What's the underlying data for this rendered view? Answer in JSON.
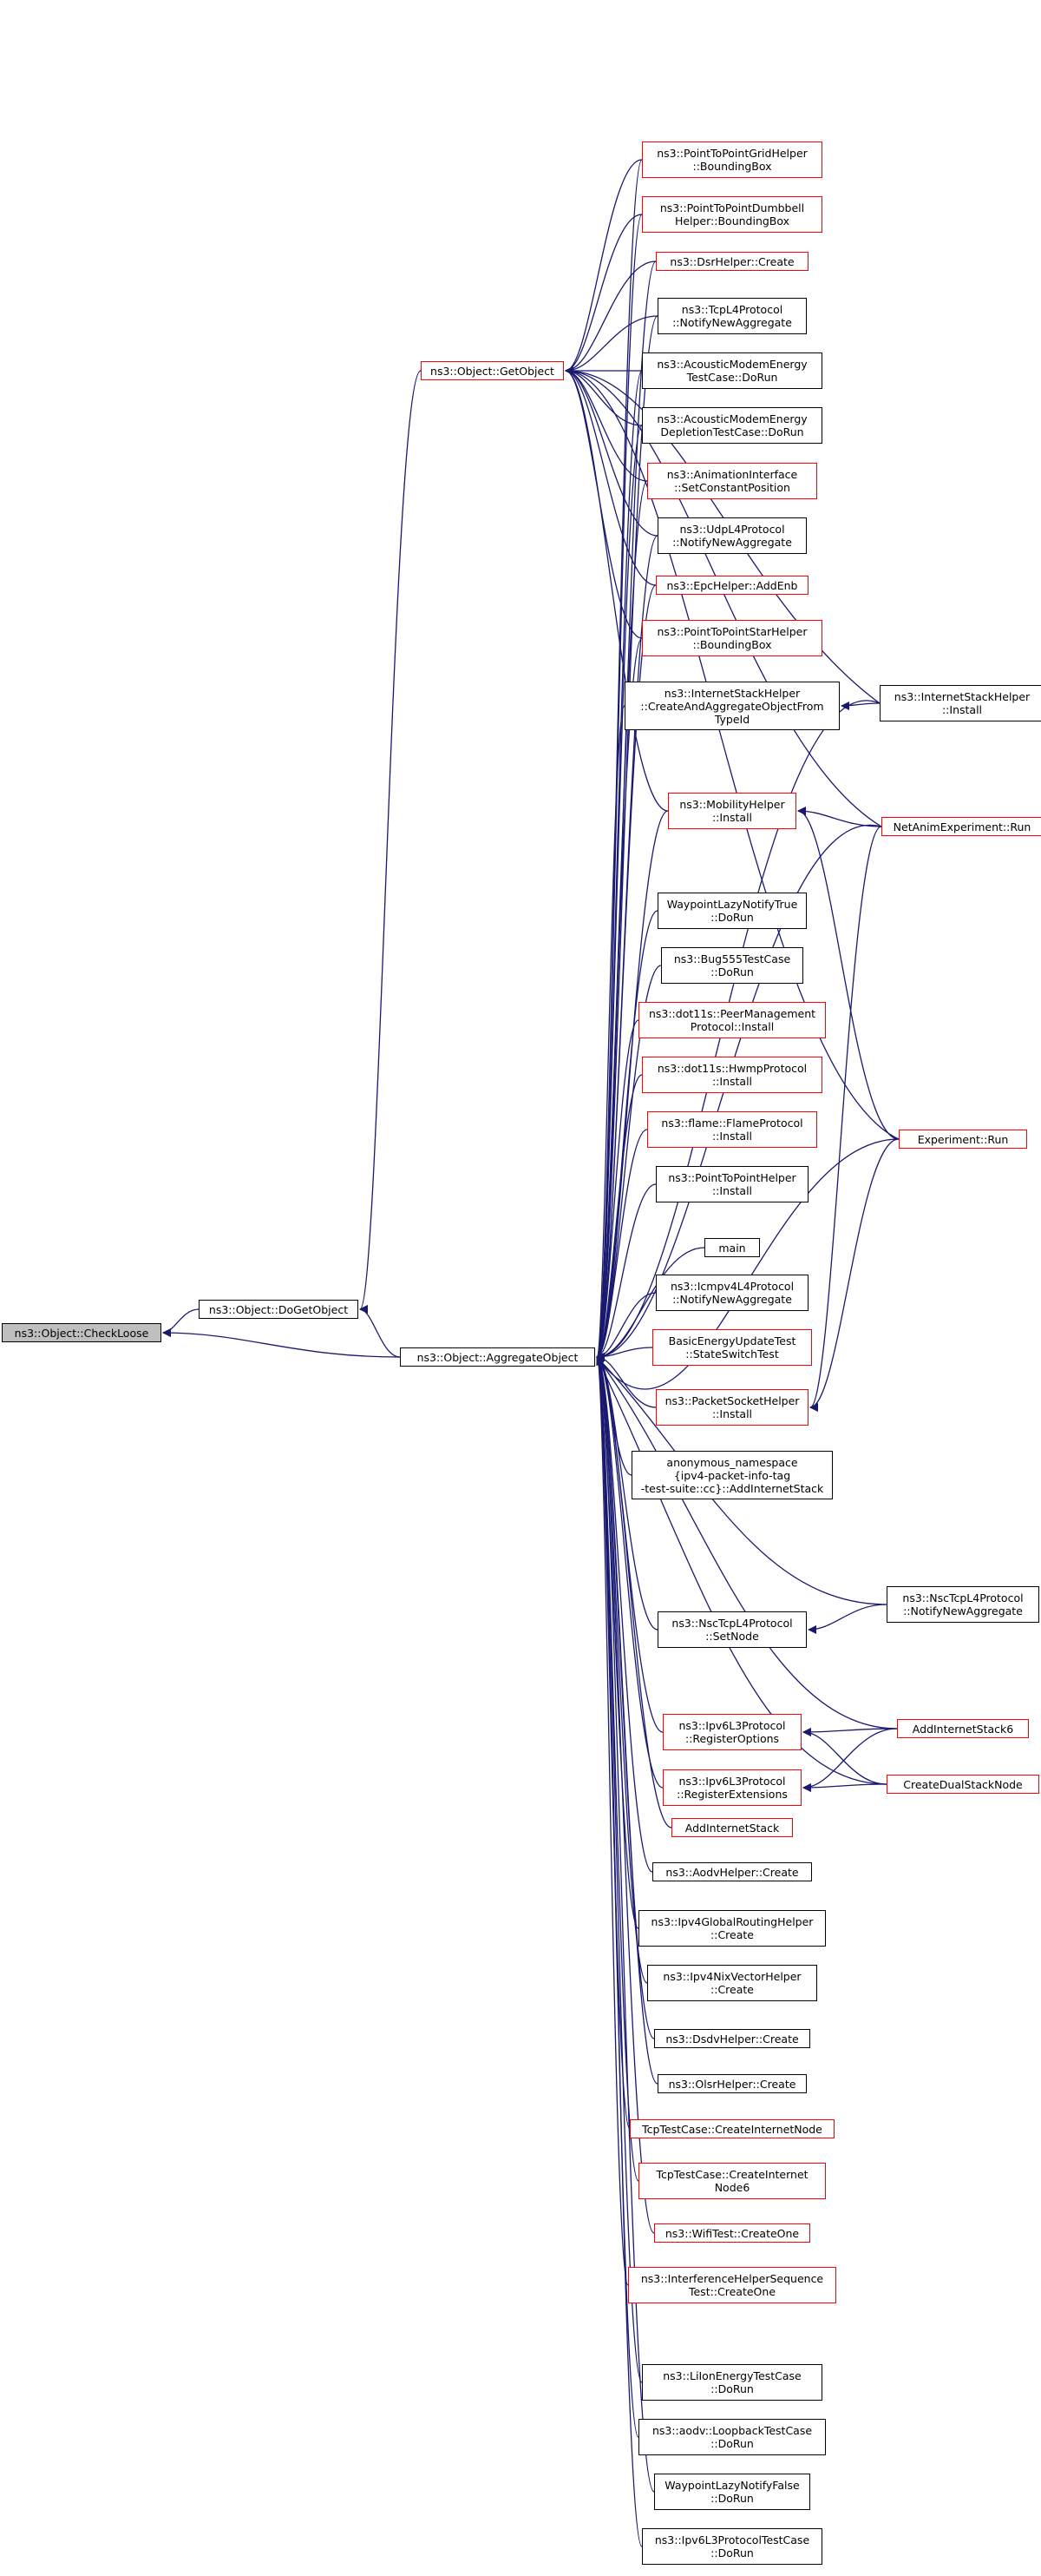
{
  "colors": {
    "edge": "#191970",
    "normal_border": "#000000",
    "undocumented_border": "#ff0000",
    "current_fill": "#bfbfbf"
  },
  "nodes": [
    {
      "id": "checkloose",
      "lines": [
        "ns3::Object::CheckLoose"
      ],
      "style": "root"
    },
    {
      "id": "dogetobject",
      "lines": [
        "ns3::Object::DoGetObject"
      ],
      "style": "black"
    },
    {
      "id": "getobject",
      "lines": [
        "ns3::Object::GetObject"
      ],
      "style": "red"
    },
    {
      "id": "aggregateobject",
      "lines": [
        "ns3::Object::AggregateObject"
      ],
      "style": "black"
    },
    {
      "id": "p2pgrid",
      "lines": [
        "ns3::PointToPointGridHelper",
        "::BoundingBox"
      ],
      "style": "red"
    },
    {
      "id": "p2pdumbbell",
      "lines": [
        "ns3::PointToPointDumbbell",
        "Helper::BoundingBox"
      ],
      "style": "red"
    },
    {
      "id": "dsrhelper",
      "lines": [
        "ns3::DsrHelper::Create"
      ],
      "style": "red"
    },
    {
      "id": "tcpl4",
      "lines": [
        "ns3::TcpL4Protocol",
        "::NotifyNewAggregate"
      ],
      "style": "black"
    },
    {
      "id": "acousticenergy",
      "lines": [
        "ns3::AcousticModemEnergy",
        "TestCase::DoRun"
      ],
      "style": "black"
    },
    {
      "id": "acousticdepletion",
      "lines": [
        "ns3::AcousticModemEnergy",
        "DepletionTestCase::DoRun"
      ],
      "style": "black"
    },
    {
      "id": "animiface",
      "lines": [
        "ns3::AnimationInterface",
        "::SetConstantPosition"
      ],
      "style": "red"
    },
    {
      "id": "udpl4",
      "lines": [
        "ns3::UdpL4Protocol",
        "::NotifyNewAggregate"
      ],
      "style": "black"
    },
    {
      "id": "epchelper",
      "lines": [
        "ns3::EpcHelper::AddEnb"
      ],
      "style": "red"
    },
    {
      "id": "p2pstar",
      "lines": [
        "ns3::PointToPointStarHelper",
        "::BoundingBox"
      ],
      "style": "red"
    },
    {
      "id": "inetcreateagg",
      "lines": [
        "ns3::InternetStackHelper",
        "::CreateAndAggregateObjectFrom",
        "TypeId"
      ],
      "style": "black"
    },
    {
      "id": "inetinstall",
      "lines": [
        "ns3::InternetStackHelper",
        "::Install"
      ],
      "style": "black"
    },
    {
      "id": "netanim",
      "lines": [
        "NetAnimExperiment::Run"
      ],
      "style": "red"
    },
    {
      "id": "mobility",
      "lines": [
        "ns3::MobilityHelper",
        "::Install"
      ],
      "style": "red"
    },
    {
      "id": "waypointtrue",
      "lines": [
        "WaypointLazyNotifyTrue",
        "::DoRun"
      ],
      "style": "black"
    },
    {
      "id": "bug555",
      "lines": [
        "ns3::Bug555TestCase",
        "::DoRun"
      ],
      "style": "black"
    },
    {
      "id": "peermgmt",
      "lines": [
        "ns3::dot11s::PeerManagement",
        "Protocol::Install"
      ],
      "style": "red"
    },
    {
      "id": "hwmp",
      "lines": [
        "ns3::dot11s::HwmpProtocol",
        "::Install"
      ],
      "style": "red"
    },
    {
      "id": "flame",
      "lines": [
        "ns3::flame::FlameProtocol",
        "::Install"
      ],
      "style": "red"
    },
    {
      "id": "p2phelper",
      "lines": [
        "ns3::PointToPointHelper",
        "::Install"
      ],
      "style": "black"
    },
    {
      "id": "experiment",
      "lines": [
        "Experiment::Run"
      ],
      "style": "red"
    },
    {
      "id": "main",
      "lines": [
        "main"
      ],
      "style": "black"
    },
    {
      "id": "icmpv4",
      "lines": [
        "ns3::Icmpv4L4Protocol",
        "::NotifyNewAggregate"
      ],
      "style": "black"
    },
    {
      "id": "basicenergy",
      "lines": [
        "BasicEnergyUpdateTest",
        "::StateSwitchTest"
      ],
      "style": "red"
    },
    {
      "id": "packetsocket",
      "lines": [
        "ns3::PacketSocketHelper",
        "::Install"
      ],
      "style": "red"
    },
    {
      "id": "anonymous",
      "lines": [
        "anonymous_namespace",
        "{ipv4-packet-info-tag",
        "-test-suite::cc}::AddInternetStack"
      ],
      "style": "black"
    },
    {
      "id": "nsctcpsetnode",
      "lines": [
        "ns3::NscTcpL4Protocol",
        "::SetNode"
      ],
      "style": "black"
    },
    {
      "id": "nsctcpnotify",
      "lines": [
        "ns3::NscTcpL4Protocol",
        "::NotifyNewAggregate"
      ],
      "style": "black"
    },
    {
      "id": "ipv6options",
      "lines": [
        "ns3::Ipv6L3Protocol",
        "::RegisterOptions"
      ],
      "style": "red"
    },
    {
      "id": "addinet6",
      "lines": [
        "AddInternetStack6"
      ],
      "style": "red"
    },
    {
      "id": "ipv6ext",
      "lines": [
        "ns3::Ipv6L3Protocol",
        "::RegisterExtensions"
      ],
      "style": "red"
    },
    {
      "id": "dualstack",
      "lines": [
        "CreateDualStackNode"
      ],
      "style": "red"
    },
    {
      "id": "addinetstack",
      "lines": [
        "AddInternetStack"
      ],
      "style": "red"
    },
    {
      "id": "aodvhelper",
      "lines": [
        "ns3::AodvHelper::Create"
      ],
      "style": "black"
    },
    {
      "id": "ipv4global",
      "lines": [
        "ns3::Ipv4GlobalRoutingHelper",
        "::Create"
      ],
      "style": "black"
    },
    {
      "id": "ipv4nix",
      "lines": [
        "ns3::Ipv4NixVectorHelper",
        "::Create"
      ],
      "style": "black"
    },
    {
      "id": "dsdv",
      "lines": [
        "ns3::DsdvHelper::Create"
      ],
      "style": "black"
    },
    {
      "id": "olsr",
      "lines": [
        "ns3::OlsrHelper::Create"
      ],
      "style": "black"
    },
    {
      "id": "tcpcreatenode",
      "lines": [
        "TcpTestCase::CreateInternetNode"
      ],
      "style": "red"
    },
    {
      "id": "tcpcreatenode6",
      "lines": [
        "TcpTestCase::CreateInternet",
        "Node6"
      ],
      "style": "red"
    },
    {
      "id": "wifitest",
      "lines": [
        "ns3::WifiTest::CreateOne"
      ],
      "style": "red"
    },
    {
      "id": "interference",
      "lines": [
        "ns3::InterferenceHelperSequence",
        "Test::CreateOne"
      ],
      "style": "red"
    },
    {
      "id": "liion",
      "lines": [
        "ns3::LiIonEnergyTestCase",
        "::DoRun"
      ],
      "style": "black"
    },
    {
      "id": "loopback",
      "lines": [
        "ns3::aodv::LoopbackTestCase",
        "::DoRun"
      ],
      "style": "black"
    },
    {
      "id": "waypointfalse",
      "lines": [
        "WaypointLazyNotifyFalse",
        "::DoRun"
      ],
      "style": "black"
    },
    {
      "id": "ipv6l3test",
      "lines": [
        "ns3::Ipv6L3ProtocolTestCase",
        "::DoRun"
      ],
      "style": "black"
    }
  ]
}
